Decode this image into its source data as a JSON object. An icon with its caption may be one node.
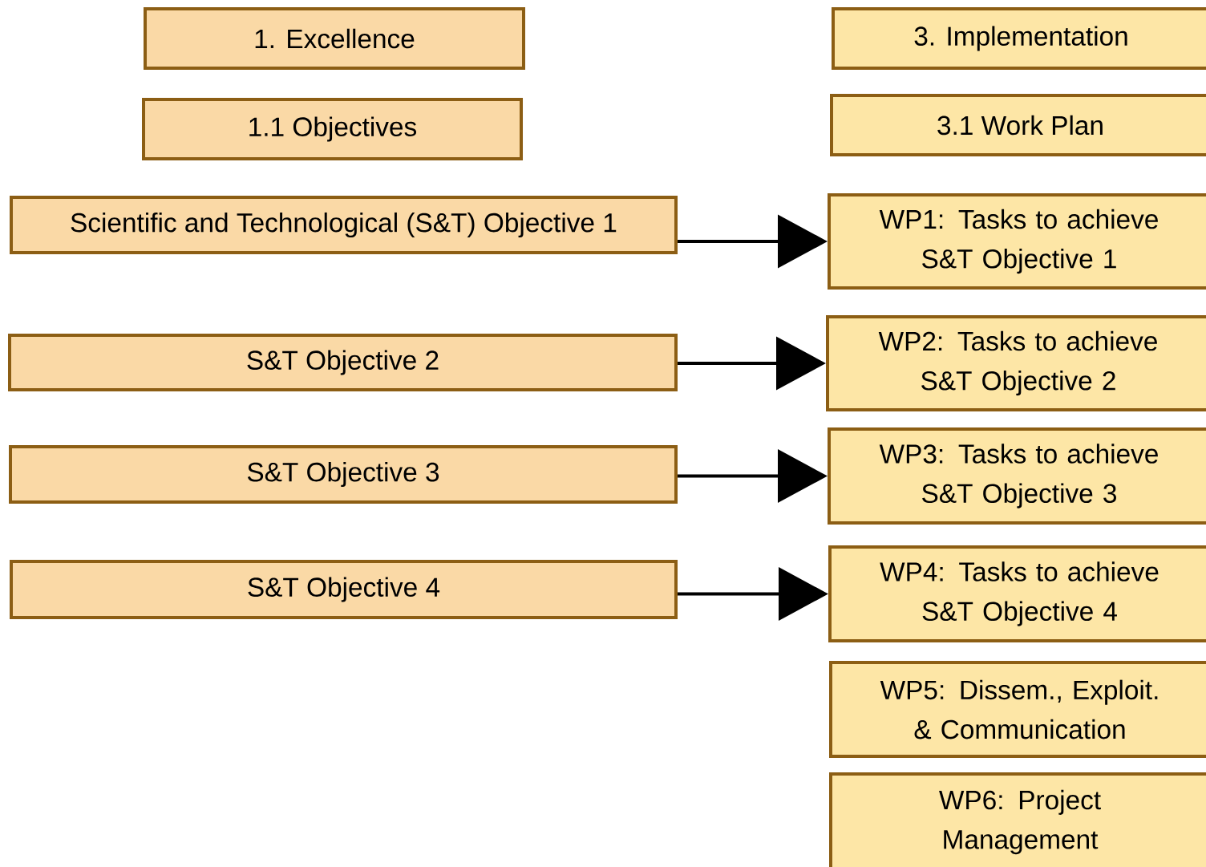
{
  "diagram": {
    "nodes": [
      {
        "text": [
          "1. Excellence"
        ]
      },
      {
        "text": [
          "1.1 Objectives"
        ]
      },
      {
        "text": [
          "Scientific and Technological (S&T) Objective 1"
        ]
      },
      {
        "text": [
          "S&T Objective 2"
        ]
      },
      {
        "text": [
          "S&T Objective 3"
        ]
      },
      {
        "text": [
          "S&T Objective 4"
        ]
      },
      {
        "text": [
          "3. Implementation"
        ]
      },
      {
        "text": [
          "3.1 Work Plan"
        ]
      },
      {
        "text": [
          "WP1: Tasks to achieve S&T Objective 1"
        ]
      },
      {
        "text": [
          "WP2: Tasks to achieve S&T Objective 2"
        ]
      },
      {
        "text": [
          "WP3: Tasks to achieve S&T Objective 3"
        ]
      },
      {
        "text": [
          "WP4: Tasks to achieve S&T Objective 4"
        ]
      },
      {
        "text": [
          "WP5: Dissem., Exploit. & Communication"
        ]
      },
      {
        "text": [
          "WP6: Project Management"
        ]
      }
    ],
    "edges": [
      {
        "from": 2,
        "to": 8,
        "arrow": "to"
      },
      {
        "from": 3,
        "to": 9,
        "arrow": "to"
      },
      {
        "from": 4,
        "to": 10,
        "arrow": "to"
      },
      {
        "from": 5,
        "to": 11,
        "arrow": "to"
      }
    ]
  }
}
